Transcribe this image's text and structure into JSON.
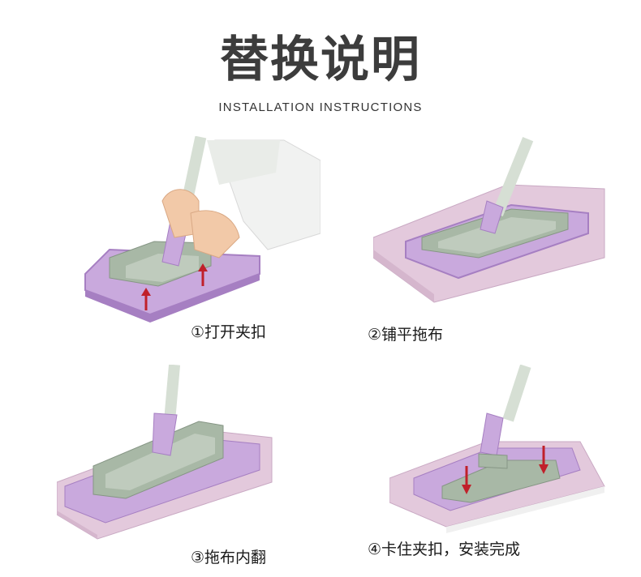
{
  "header": {
    "title": "替换说明",
    "subtitle": "INSTALLATION INSTRUCTIONS"
  },
  "steps": [
    {
      "caption": "①打开夹扣"
    },
    {
      "caption": "②铺平拖布"
    },
    {
      "caption": "③拖布内翻"
    },
    {
      "caption": "④卡住夹扣，安装完成"
    }
  ],
  "colors": {
    "lavender": "#c9a9dd",
    "lavender_dark": "#a67fc2",
    "pad_pink": "#e3c9dc",
    "sage": "#a8b8a6",
    "sage_dark": "#869685",
    "arrow_red": "#c0202a",
    "handle": "#d6dfd4",
    "sleeve": "#f2f2f2"
  }
}
